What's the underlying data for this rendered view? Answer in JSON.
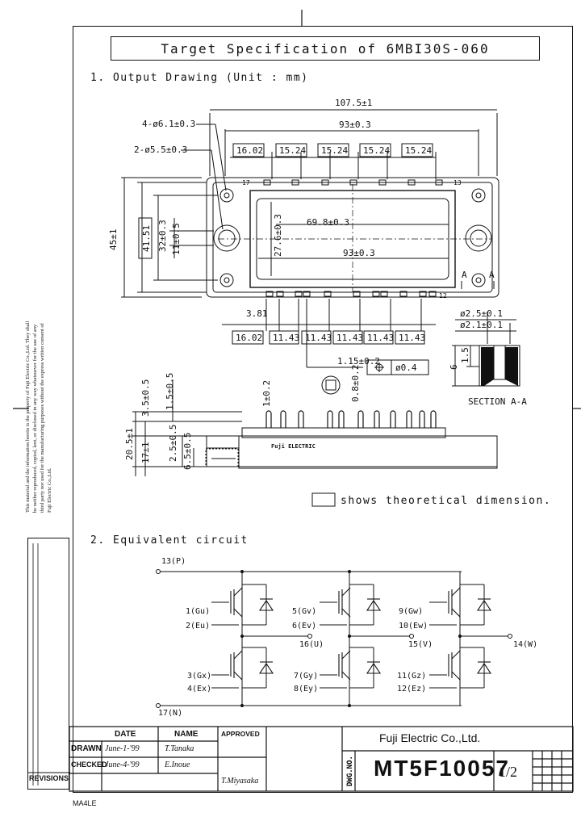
{
  "title": "Target Specification of 6MBI30S-060",
  "section1": "1. Output Drawing (Unit : mm)",
  "section2": "2. Equivalent circuit",
  "drawing": {
    "overall_width": "107.5±1",
    "inner_width": "93±0.3",
    "hole_4": "4-ø6.1±0.3",
    "hole_2": "2-ø5.5±0.3",
    "top_pitches": [
      "16.02",
      "15.24",
      "15.24",
      "15.24",
      "15.24"
    ],
    "bottom_pitches": [
      "16.02",
      "11.43",
      "11.43",
      "11.43",
      "11.43",
      "11.43"
    ],
    "dim_381": "3.81",
    "height_45": "45±1",
    "height_4151": "41.51",
    "height_32": "32±0.3",
    "dim_11": "11±0.5",
    "dim_276": "27.6±0.3",
    "dim_698": "69.8±0.3",
    "dim_93b": "93±0.3",
    "pin_115": "1.15±0.2",
    "pin_08": "0.8±0.2",
    "pos_tol": "ø0.4",
    "dim_25": "ø2.5±0.1",
    "dim_21": "ø2.1±0.1",
    "dim_15": "1.5",
    "dim_6": "6",
    "section_aa": "SECTION A-A",
    "side_35": "3.5±0.5",
    "side_15": "1.5±0.5",
    "side_1": "1±0.2",
    "side_205": "20.5±1",
    "side_17": "17±1",
    "side_25": "2.5±0.5",
    "side_65": "6.5±0.5",
    "pin_17": "17",
    "pin_13": "13",
    "pin_12": "12",
    "label_a": "A",
    "brand": "Fuji ELECTRIC"
  },
  "shows_note": "shows theoretical dimension.",
  "circuit": {
    "p": "13(P)",
    "n": "17(N)",
    "g1": "1(Gu)",
    "e1": "2(Eu)",
    "g5": "5(Gv)",
    "e6": "6(Ev)",
    "g9": "9(Gw)",
    "e10": "10(Ew)",
    "g3": "3(Gx)",
    "e4": "4(Ex)",
    "g7": "7(Gy)",
    "e8": "8(Ey)",
    "g11": "11(Gz)",
    "e12": "12(Ez)",
    "u": "16(U)",
    "v": "15(V)",
    "w": "14(W)"
  },
  "side_note": "This material and the information herein is the property of Fuji Electric Co.,Ltd. They shall be neither reproduced, copied, lent, or disclosed in any way whatsoever for the use of any third party nor used for the manufacturing purposes without the express written consent of Fuji Electric Co.,Ltd.",
  "revisions": "REVISIONS",
  "title_block": {
    "date_h": "DATE",
    "name_h": "NAME",
    "approved_h": "APPROVED",
    "drawn": "DRAWN",
    "checked": "CHECKED",
    "drawn_date": "June-1-'99",
    "drawn_name": "T.Tanaka",
    "checked_date": "June-4-'99",
    "checked_name": "E.Inoue",
    "approved_name": "T.Miyasaka",
    "dwg_no_label": "DWG.NO.",
    "company": "Fuji Electric Co.,Ltd.",
    "doc_no": "MT5F10057",
    "sheet": "1/2"
  },
  "form_code": "MA4LE"
}
